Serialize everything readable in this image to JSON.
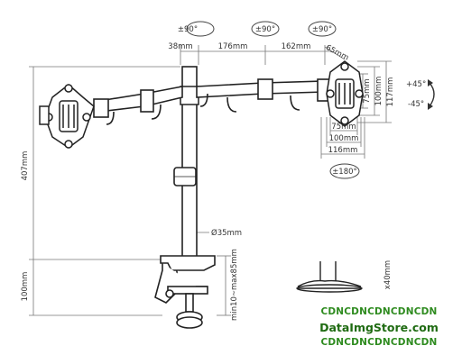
{
  "rotation": {
    "tilt_left": "±90°",
    "tilt_mid": "±90°",
    "tilt_right": "±90°",
    "swivel": "±180°",
    "tilt_up": "+45°",
    "tilt_down": "-45°"
  },
  "dims": {
    "arm_offset": "38mm",
    "arm_seg1": "176mm",
    "arm_seg2": "162mm",
    "arm_end": "65mm",
    "pole_height": "407mm",
    "pole_diameter": "Ø35mm",
    "clamp_height": "100mm",
    "clamp_range": "min10~max85mm",
    "grommet": "x40mm",
    "vesa_v75": "75mm",
    "vesa_v100": "100mm",
    "vesa_v117": "117mm",
    "vesa_h75": "75mm",
    "vesa_h100": "100mm",
    "vesa_h116": "116mm"
  },
  "watermark": {
    "strip_top": "CDNCDNCDNCDNCDN",
    "site": "DataImgStore.com",
    "strip_bottom": "CDNCDNCDNCDNCDN"
  }
}
